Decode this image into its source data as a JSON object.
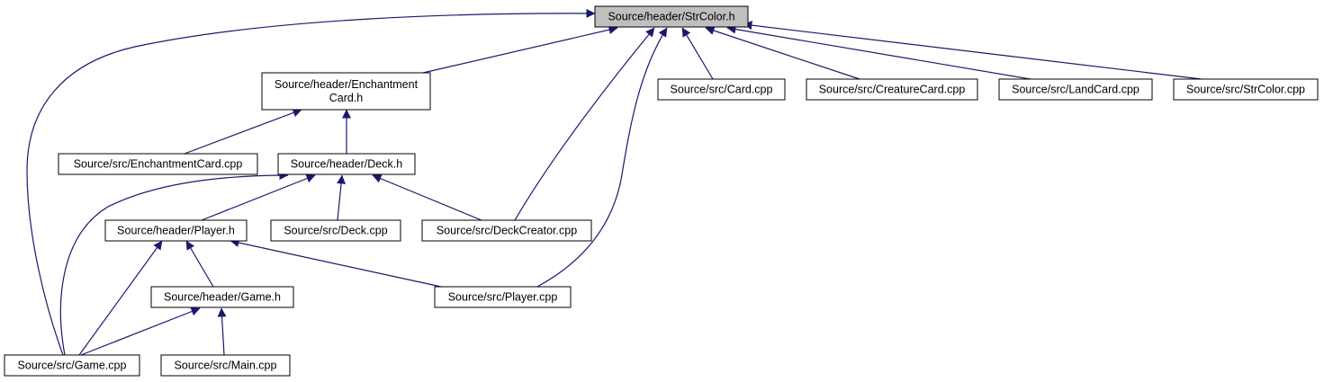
{
  "diagram": {
    "edge_color": "#191970",
    "root_fill": "#bfbfbf",
    "nodes": [
      {
        "id": "strcolor_h",
        "lines": [
          "Source/header/StrColor.h"
        ],
        "root": true
      },
      {
        "id": "enchantmentcard_h",
        "lines": [
          "Source/header/Enchantment",
          "Card.h"
        ]
      },
      {
        "id": "card_cpp",
        "lines": [
          "Source/src/Card.cpp"
        ]
      },
      {
        "id": "creaturecard_cpp",
        "lines": [
          "Source/src/CreatureCard.cpp"
        ]
      },
      {
        "id": "landcard_cpp",
        "lines": [
          "Source/src/LandCard.cpp"
        ]
      },
      {
        "id": "strcolor_cpp",
        "lines": [
          "Source/src/StrColor.cpp"
        ]
      },
      {
        "id": "enchantmentcard_cpp",
        "lines": [
          "Source/src/EnchantmentCard.cpp"
        ]
      },
      {
        "id": "deck_h",
        "lines": [
          "Source/header/Deck.h"
        ]
      },
      {
        "id": "player_h",
        "lines": [
          "Source/header/Player.h"
        ]
      },
      {
        "id": "deck_cpp",
        "lines": [
          "Source/src/Deck.cpp"
        ]
      },
      {
        "id": "deckcreator_cpp",
        "lines": [
          "Source/src/DeckCreator.cpp"
        ]
      },
      {
        "id": "game_h",
        "lines": [
          "Source/header/Game.h"
        ]
      },
      {
        "id": "player_cpp",
        "lines": [
          "Source/src/Player.cpp"
        ]
      },
      {
        "id": "game_cpp",
        "lines": [
          "Source/src/Game.cpp"
        ]
      },
      {
        "id": "main_cpp",
        "lines": [
          "Source/src/Main.cpp"
        ]
      }
    ],
    "edges": [
      {
        "from": "enchantmentcard_h",
        "to": "strcolor_h"
      },
      {
        "from": "card_cpp",
        "to": "strcolor_h"
      },
      {
        "from": "creaturecard_cpp",
        "to": "strcolor_h"
      },
      {
        "from": "landcard_cpp",
        "to": "strcolor_h"
      },
      {
        "from": "strcolor_cpp",
        "to": "strcolor_h"
      },
      {
        "from": "game_cpp",
        "to": "strcolor_h"
      },
      {
        "from": "deckcreator_cpp",
        "to": "strcolor_h"
      },
      {
        "from": "player_cpp",
        "to": "strcolor_h"
      },
      {
        "from": "enchantmentcard_cpp",
        "to": "enchantmentcard_h"
      },
      {
        "from": "deck_h",
        "to": "enchantmentcard_h"
      },
      {
        "from": "player_h",
        "to": "deck_h"
      },
      {
        "from": "deck_cpp",
        "to": "deck_h"
      },
      {
        "from": "deckcreator_cpp",
        "to": "deck_h"
      },
      {
        "from": "game_cpp",
        "to": "deck_h"
      },
      {
        "from": "game_h",
        "to": "player_h"
      },
      {
        "from": "player_cpp",
        "to": "player_h"
      },
      {
        "from": "game_cpp",
        "to": "player_h"
      },
      {
        "from": "game_cpp",
        "to": "game_h"
      },
      {
        "from": "main_cpp",
        "to": "game_h"
      }
    ]
  }
}
